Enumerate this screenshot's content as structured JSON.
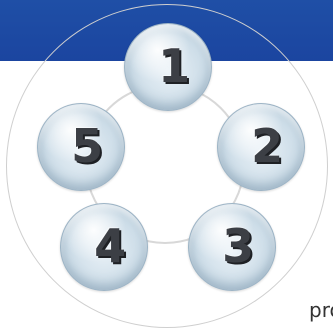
{
  "header": {
    "band_color": "#1f4fa6"
  },
  "steps": [
    {
      "label": "1"
    },
    {
      "label": "2"
    },
    {
      "label": "3"
    },
    {
      "label": "4"
    },
    {
      "label": "5"
    }
  ],
  "footer": {
    "text": "pro"
  }
}
